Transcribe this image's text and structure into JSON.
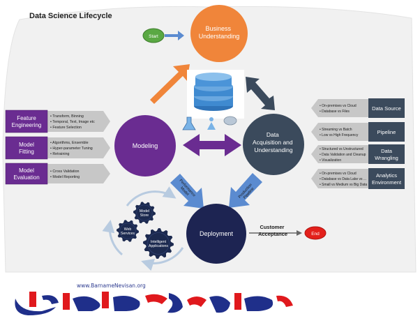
{
  "title": "Data Science Lifecycle",
  "start": "Start",
  "end": "End",
  "business_understanding": [
    "Business",
    "Understanding"
  ],
  "modeling": "Modeling",
  "acquisition": [
    "Data",
    "Acquisition and",
    "Understanding"
  ],
  "deployment": "Deployment",
  "customer_acceptance": [
    "Customer",
    "Acceptance"
  ],
  "arrow_perf_model": [
    "Performance",
    "Model"
  ],
  "arrow_prod_pipeline": [
    "Production",
    "Pipeline"
  ],
  "left_steps": [
    {
      "label": [
        "Feature",
        "Engineering"
      ],
      "bullets": [
        "Transform, Binning",
        "Temporal, Text, Image etc",
        "Feature Selection"
      ]
    },
    {
      "label": [
        "Model",
        "Fitting"
      ],
      "bullets": [
        "Algorithms, Ensemble",
        "Hyper-parameter Tuning",
        "Retraining"
      ]
    },
    {
      "label": [
        "Model",
        "Evaluation"
      ],
      "bullets": [
        "Cross Validation",
        "Model Reporting"
      ]
    }
  ],
  "right_steps": [
    {
      "label": [
        "Data Source"
      ],
      "bullets": [
        "On-premises vs Cloud",
        "Database vs Files"
      ]
    },
    {
      "label": [
        "Pipeline"
      ],
      "bullets": [
        "Streaming vs Batch",
        "Low vs High Frequency"
      ]
    },
    {
      "label": [
        "Data",
        "Wrangling"
      ],
      "bullets": [
        "Structured vs Unstructured",
        "Data Validation and Cleanup",
        "Visualization"
      ]
    },
    {
      "label": [
        "Analytics",
        "Environment"
      ],
      "bullets": [
        "On-premises vs Cloud",
        "Database vs Data Lake vs ...",
        "Small vs Medium vs Big Data"
      ]
    }
  ],
  "gears": [
    "Model Store",
    "Web Services",
    "Intelligent Applications"
  ],
  "watermark": {
    "url": "www.BarnameNevisan.org"
  },
  "colors": {
    "orange": "#f0853a",
    "purple": "#6a2c91",
    "slate": "#3b4a5c",
    "navy": "#1d2452",
    "green": "#5aa843",
    "red": "#e3201b",
    "gear": "#1c2a4f",
    "gray": "#c7c7c7"
  }
}
